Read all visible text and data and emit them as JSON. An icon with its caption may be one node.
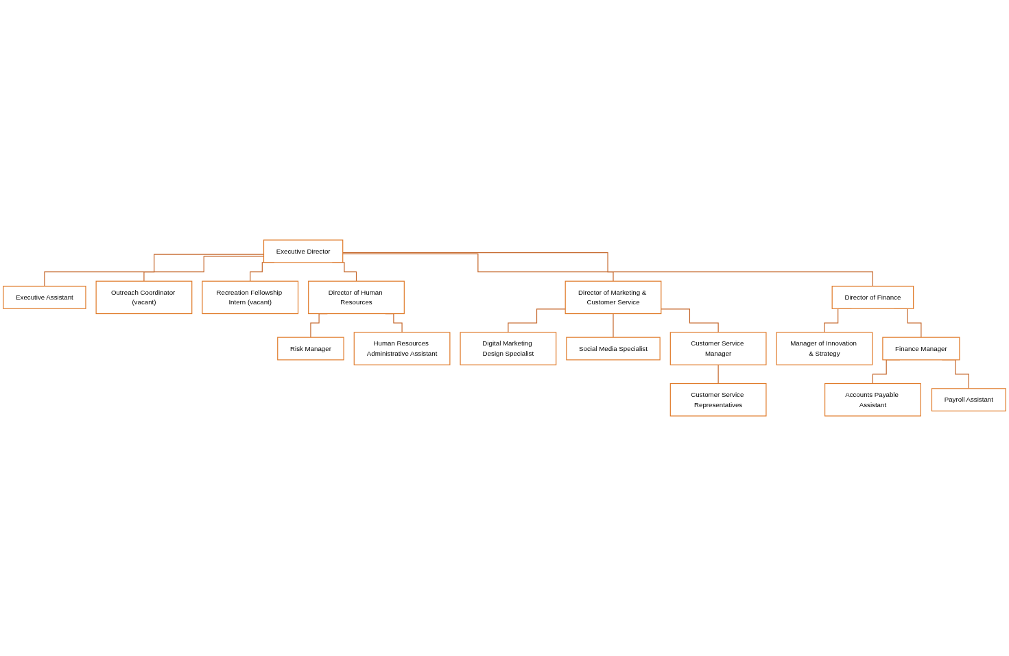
{
  "diagram": {
    "nodes": [
      {
        "text": [
          "Executive Director"
        ]
      },
      {
        "text": [
          "Executive Assistant"
        ]
      },
      {
        "text": [
          "Outreach Coordinator (vacant)"
        ]
      },
      {
        "text": [
          "Recreation Fellowship Intern (vacant)"
        ]
      },
      {
        "text": [
          "Director of Human Resources"
        ]
      },
      {
        "text": [
          "Director of Marketing & Customer Service"
        ]
      },
      {
        "text": [
          "Director of Finance"
        ]
      },
      {
        "text": [
          "Risk Manager"
        ]
      },
      {
        "text": [
          "Human Resources Administrative Assistant"
        ]
      },
      {
        "text": [
          "Digital Marketing Design Specialist"
        ]
      },
      {
        "text": [
          "Social Media Specialist"
        ]
      },
      {
        "text": [
          "Customer Service Manager"
        ]
      },
      {
        "text": [
          "Customer Service Representatives"
        ]
      },
      {
        "text": [
          "Manager of Innovation & Strategy"
        ]
      },
      {
        "text": [
          "Finance Manager"
        ]
      },
      {
        "text": [
          "Accounts Payable Assistant"
        ]
      },
      {
        "text": [
          "Payroll Assistant"
        ]
      }
    ],
    "edges": [
      {
        "from": 0,
        "to": 1,
        "arrow": "none"
      },
      {
        "from": 0,
        "to": 2,
        "arrow": "none"
      },
      {
        "from": 0,
        "to": 3,
        "arrow": "none"
      },
      {
        "from": 0,
        "to": 4,
        "arrow": "none"
      },
      {
        "from": 0,
        "to": 5,
        "arrow": "none"
      },
      {
        "from": 0,
        "to": 6,
        "arrow": "none"
      },
      {
        "from": 4,
        "to": 7,
        "arrow": "none"
      },
      {
        "from": 4,
        "to": 8,
        "arrow": "none"
      },
      {
        "from": 5,
        "to": 9,
        "arrow": "none"
      },
      {
        "from": 5,
        "to": 10,
        "arrow": "none"
      },
      {
        "from": 5,
        "to": 11,
        "arrow": "none"
      },
      {
        "from": 11,
        "to": 12,
        "arrow": "none"
      },
      {
        "from": 6,
        "to": 13,
        "arrow": "none"
      },
      {
        "from": 6,
        "to": 14,
        "arrow": "none"
      },
      {
        "from": 14,
        "to": 15,
        "arrow": "none"
      },
      {
        "from": 14,
        "to": 16,
        "arrow": "none"
      }
    ]
  }
}
